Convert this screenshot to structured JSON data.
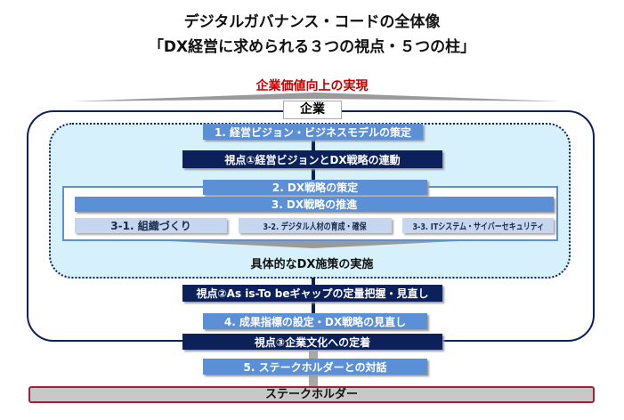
{
  "title_line1": "デジタルガバナンス・コードの全体像",
  "title_line2": "「DX経営に求められる３つの視点・５つの柱」",
  "goal": "企業価値向上の実現",
  "company_label": "企業",
  "pillar1": "1. 経営ビジョン・ビジネスモデルの策定",
  "viewpoint1": "視点①経営ビジョンとDX戦略の連動",
  "pillar2": "2. DX戦略の策定",
  "pillar3": "3. DX戦略の推進",
  "sub": [
    "3-1. 組織づくり",
    "3-2. デジタル人材の育成・確保",
    "3-3. ITシステム・サイバーセキュリティ"
  ],
  "implementation": "具体的なDX施策の実施",
  "viewpoint2": "視点②As is-To beギャップの定量把握・見直し",
  "pillar4": "4. 成果指標の設定・DX戦略の見直し",
  "viewpoint3": "視点③企業文化への定着",
  "pillar5": "5. ステークホルダーとの対話",
  "stakeholder": "ステークホルダー"
}
